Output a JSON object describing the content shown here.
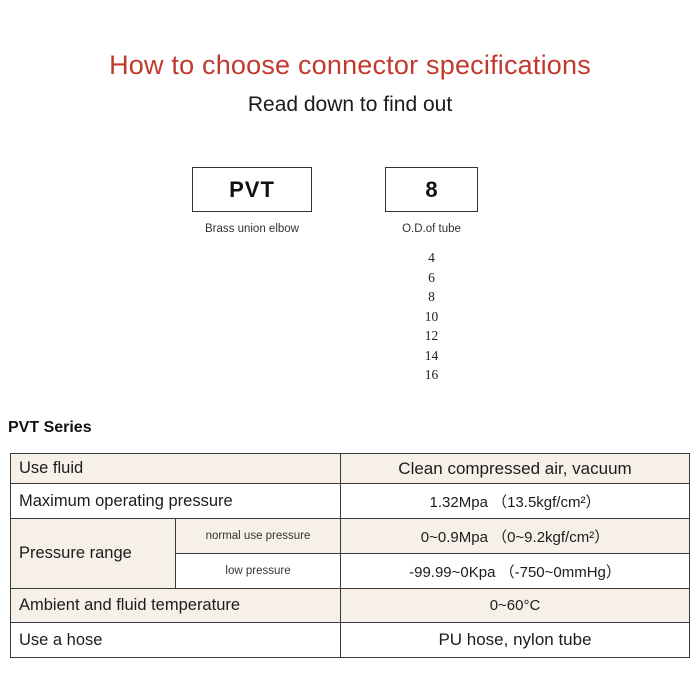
{
  "header": {
    "title": "How to choose connector specifications",
    "subtitle": "Read down to find out",
    "title_color": "#c2392e"
  },
  "selector": {
    "series_box": {
      "code": "PVT",
      "caption": "Brass union elbow"
    },
    "size_box": {
      "code": "8",
      "caption": "O.D.of tube"
    },
    "size_options": [
      "4",
      "6",
      "8",
      "10",
      "12",
      "14",
      "16"
    ]
  },
  "spec": {
    "series_label": "PVT Series",
    "row_beige_color": "#f7f0e9",
    "rows": [
      {
        "label": "Use fluid",
        "sub": null,
        "value": "Clean compressed air, vacuum"
      },
      {
        "label": "Maximum operating pressure",
        "sub": null,
        "value": "1.32Mpa （13.5kgf/cm²）"
      },
      {
        "label": "Pressure range",
        "sub": "normal use pressure",
        "value": "0~0.9Mpa （0~9.2kgf/cm²）"
      },
      {
        "label": "",
        "sub": "low pressure",
        "value": "-99.99~0Kpa （-750~0mmHg）"
      },
      {
        "label": "Ambient and fluid temperature",
        "sub": null,
        "value": "0~60°C"
      },
      {
        "label": "Use a hose",
        "sub": null,
        "value": "PU hose, nylon tube"
      }
    ]
  }
}
